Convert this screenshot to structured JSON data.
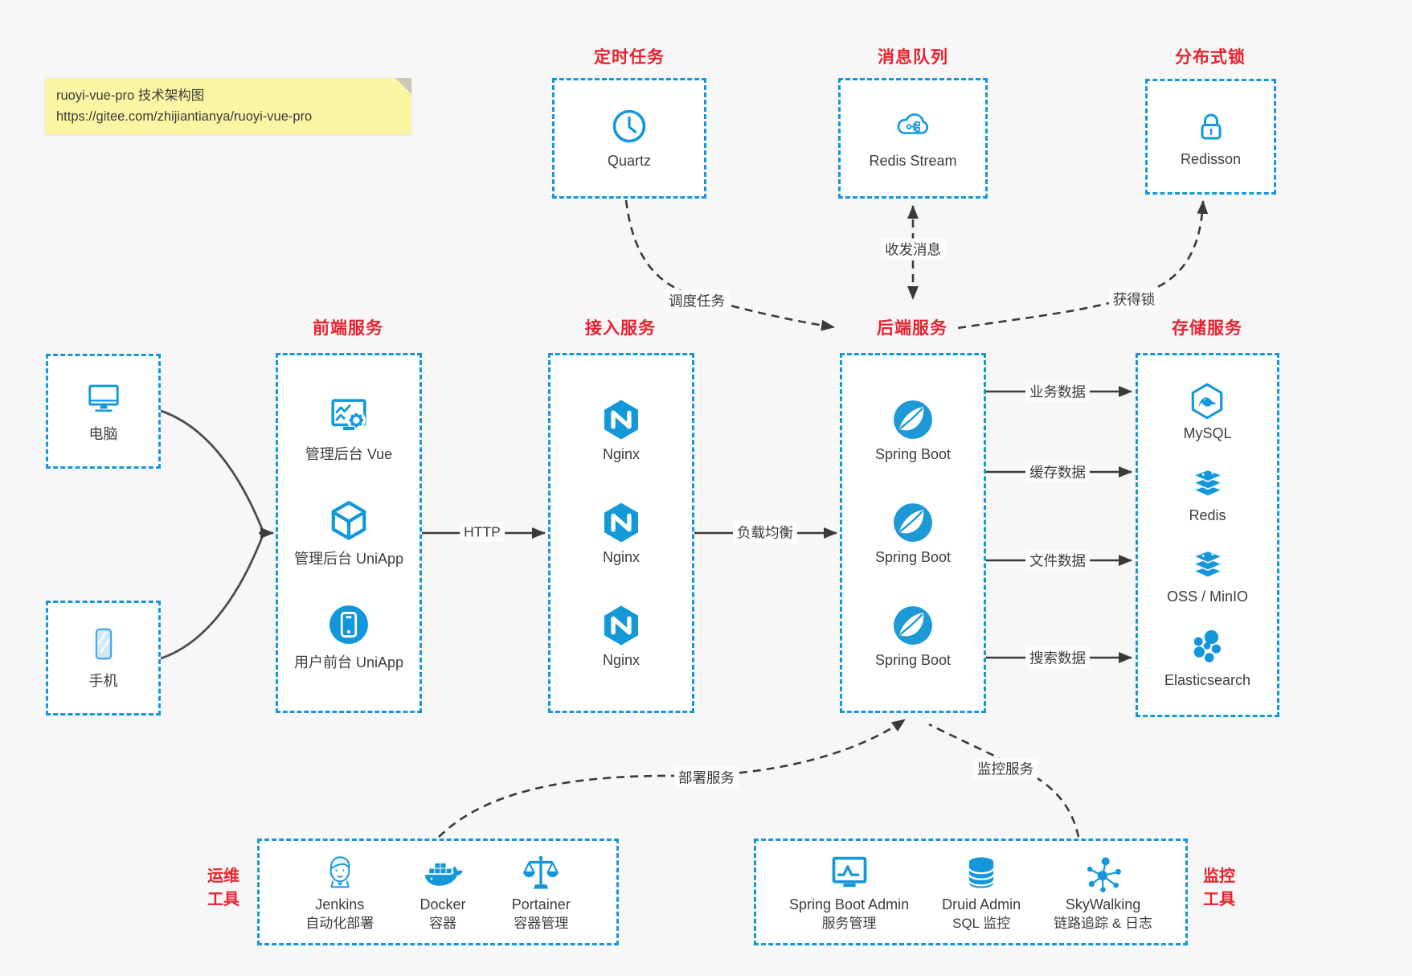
{
  "note": {
    "line1": "ruoyi-vue-pro 技术架构图",
    "line2": "https://gitee.com/zhijiantianya/ruoyi-vue-pro"
  },
  "top_groups": [
    {
      "title": "定时任务",
      "item": {
        "label": "Quartz"
      }
    },
    {
      "title": "消息队列",
      "item": {
        "label": "Redis Stream"
      }
    },
    {
      "title": "分布式锁",
      "item": {
        "label": "Redisson"
      }
    }
  ],
  "clients": [
    {
      "label": "电脑"
    },
    {
      "label": "手机"
    }
  ],
  "columns": [
    {
      "title": "前端服务",
      "items": [
        {
          "label": "管理后台 Vue"
        },
        {
          "label": "管理后台 UniApp"
        },
        {
          "label": "用户前台 UniApp"
        }
      ]
    },
    {
      "title": "接入服务",
      "items": [
        {
          "label": "Nginx"
        },
        {
          "label": "Nginx"
        },
        {
          "label": "Nginx"
        }
      ]
    },
    {
      "title": "后端服务",
      "items": [
        {
          "label": "Spring Boot"
        },
        {
          "label": "Spring Boot"
        },
        {
          "label": "Spring Boot"
        }
      ]
    },
    {
      "title": "存储服务",
      "items": [
        {
          "label": "MySQL"
        },
        {
          "label": "Redis"
        },
        {
          "label": "OSS / MinIO"
        },
        {
          "label": "Elasticsearch"
        }
      ]
    }
  ],
  "bottom_groups": [
    {
      "side_label": [
        "运维",
        "工具"
      ],
      "items": [
        {
          "name": "Jenkins",
          "desc": "自动化部署"
        },
        {
          "name": "Docker",
          "desc": "容器"
        },
        {
          "name": "Portainer",
          "desc": "容器管理"
        }
      ]
    },
    {
      "side_label": [
        "监控",
        "工具"
      ],
      "items": [
        {
          "name": "Spring Boot Admin",
          "desc": "服务管理"
        },
        {
          "name": "Druid Admin",
          "desc": "SQL 监控"
        },
        {
          "name": "SkyWalking",
          "desc": "链路追踪 & 日志"
        }
      ]
    }
  ],
  "edges": {
    "http": "HTTP",
    "load_balance": "负载均衡",
    "business_data": "业务数据",
    "cache_data": "缓存数据",
    "file_data": "文件数据",
    "search_data": "搜索数据",
    "schedule_task": "调度任务",
    "send_receive_msg": "收发消息",
    "acquire_lock": "获得锁",
    "deploy_service": "部署服务",
    "monitor_service": "监控服务"
  },
  "icons": {
    "timer": "clock-icon",
    "message_queue": "cloud-stream-icon",
    "distributed_lock": "padlock-icon",
    "pc": "desktop-icon",
    "phone": "smartphone-icon",
    "admin_vue": "monitor-gear-icon",
    "admin_uniapp": "cube-icon",
    "user_uniapp": "phone-circle-icon",
    "nginx": "nginx-hexagon-icon",
    "spring_boot": "spring-leaf-icon",
    "mysql": "mysql-hexagon-icon",
    "redis": "redis-stack-icon",
    "oss_minio": "redis-stack-icon",
    "elasticsearch": "cluster-icon",
    "jenkins": "jenkins-butler-icon",
    "docker": "docker-whale-icon",
    "portainer": "scales-icon",
    "spring_boot_admin": "monitor-pulse-icon",
    "druid": "database-icon",
    "skywalking": "molecule-icon"
  },
  "colors": {
    "accent_blue": "#1297dc",
    "title_red": "#e8222d",
    "arrow_gray": "#3a3a3a",
    "note_yellow": "#fbf6a3",
    "background": "#f7f7f8"
  }
}
